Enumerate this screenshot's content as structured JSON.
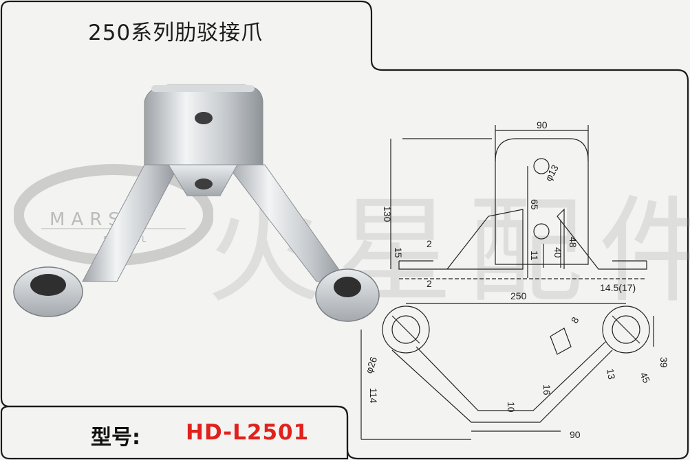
{
  "title": "250系列肋驳接爪",
  "watermark": {
    "brand": "MARS",
    "brand_sub": "S.STEEL",
    "chinese": "火星配件"
  },
  "model": {
    "label": "型号:",
    "code": "HD-L2501"
  },
  "dimensions": {
    "top_width": "90",
    "hole_dia": "φ13",
    "hole_spacing": "65",
    "height": "130",
    "thickness": "15",
    "gap_top": "2",
    "gap_bottom": "2",
    "rib_height": "48",
    "rib_low": "40",
    "foot": "11",
    "span": "250",
    "ring_thick": "14.5(17)",
    "ring_dia": "φ26",
    "depth": "114",
    "plate": "10",
    "arm": "16",
    "arm2": "13",
    "slot": "8",
    "ring_outer": "39",
    "ring_outer2": "45",
    "bottom_width": "90"
  }
}
